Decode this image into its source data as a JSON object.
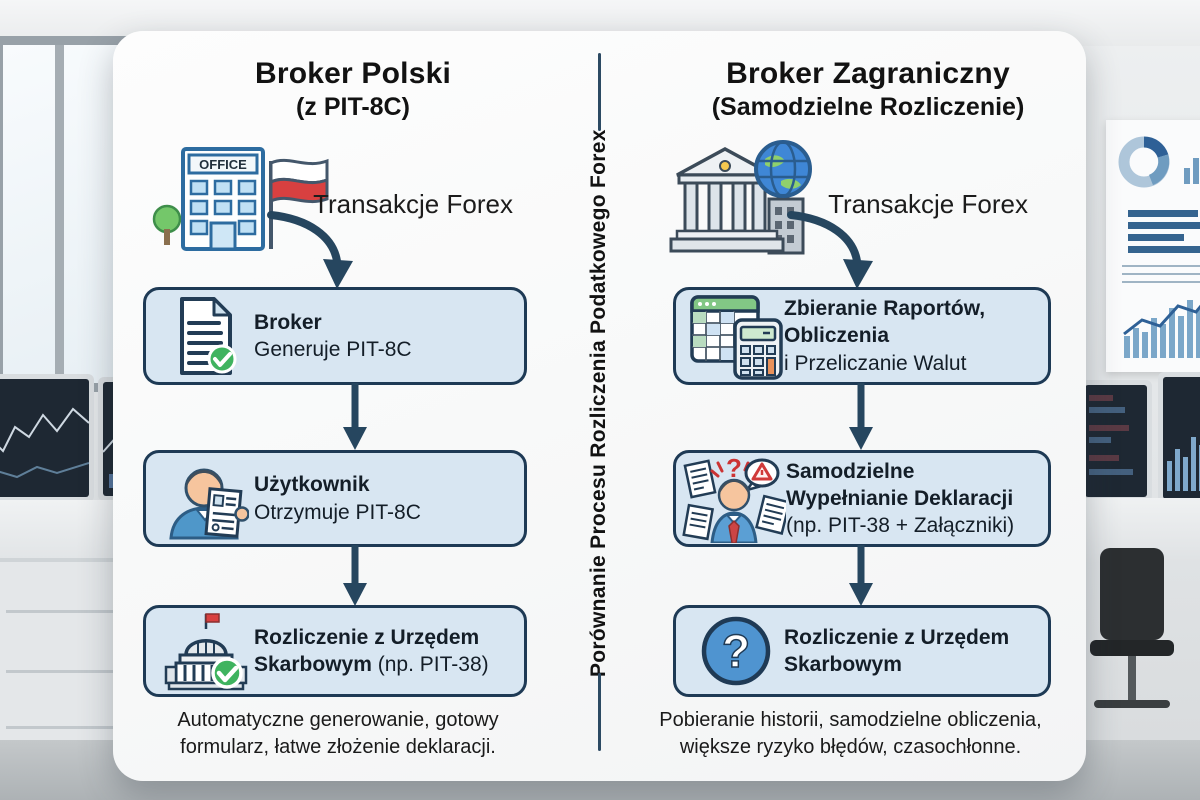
{
  "divider": {
    "label": "Porównanie Procesu Rozliczenia Podatkowego Forex"
  },
  "left_column": {
    "title": "Broker Polski",
    "subtitle": "(z PIT-8C)",
    "flow_label": "Transakcje Forex",
    "building_sign": "OFFICE",
    "steps": [
      {
        "icon": "document-check-icon",
        "line1_bold": "Broker",
        "line2": "Generuje PIT-8C"
      },
      {
        "icon": "user-document-icon",
        "line1_bold": "Użytkownik",
        "line2": "Otrzymuje PIT-8C"
      },
      {
        "icon": "government-building-check-icon",
        "line1_bold": "Rozliczenie z Urzędem",
        "line2_bold": "Skarbowym",
        "line2_rest": "(np. PIT-38)"
      }
    ],
    "summary_line1": "Automatyczne generowanie, gotowy",
    "summary_line2": "formularz, łatwe złożenie deklaracji."
  },
  "right_column": {
    "title": "Broker Zagraniczny",
    "subtitle": "(Samodzielne Rozliczenie)",
    "flow_label": "Transakcje Forex",
    "steps": [
      {
        "icon": "spreadsheet-calculator-icon",
        "line1_bold": "Zbieranie Raportów,",
        "line2_bold": "Obliczenia",
        "line3": "i Przeliczanie Walut"
      },
      {
        "icon": "stressed-user-documents-icon",
        "line1_bold": "Samodzielne",
        "line2_bold": "Wypełnianie Deklaracji",
        "line3": "(np. PIT-38 + Załączniki)"
      },
      {
        "icon": "question-circle-icon",
        "line1_bold": "Rozliczenie z Urzędem",
        "line2_bold": "Skarbowym"
      }
    ],
    "summary_line1": "Pobieranie historii, samodzielne obliczenia,",
    "summary_line2": "większe ryzyko błędów, czasochłonne."
  },
  "glyphs": {
    "question": "?"
  },
  "colors": {
    "accent_navy": "#26465f",
    "box_fill": "#d8e6f2",
    "box_border": "#1e3a55",
    "flag_red": "#d84040",
    "check_green": "#3fb35f",
    "question_blue": "#4f94d0"
  }
}
